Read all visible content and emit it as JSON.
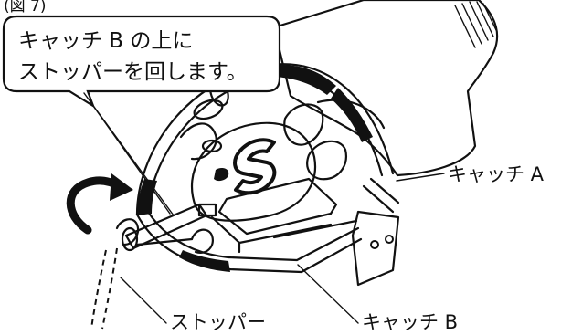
{
  "figure_label": "(図 7)",
  "callout": {
    "line1": "キャッチ B の上に",
    "line2": "ストッパーを回します。"
  },
  "labels": {
    "catch_a": "キャッチ A",
    "stopper": "ストッパー",
    "catch_b": "キャッチ B"
  },
  "icons": [
    "rotation-arrow-icon",
    "hand-icon",
    "trap-ring-icon",
    "plate-logo-icon"
  ]
}
